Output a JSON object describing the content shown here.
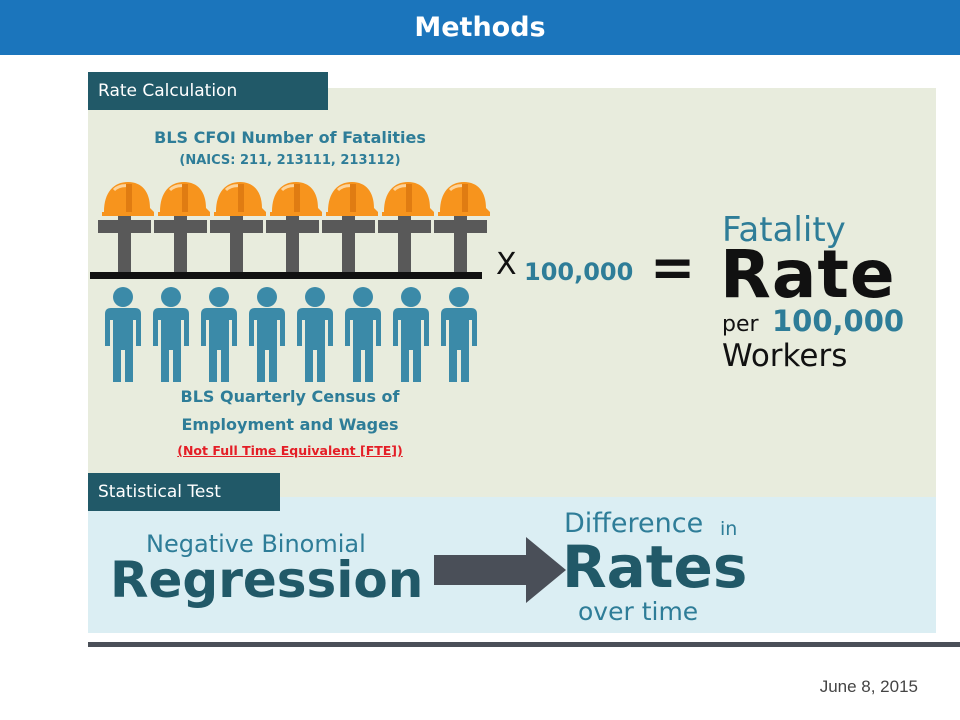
{
  "header": {
    "title": "Methods"
  },
  "rate_section": {
    "tab_label": "Rate Calculation",
    "numerator_title": "BLS CFOI Number of Fatalities",
    "numerator_subtitle": "(NAICS: 211, 213111, 213112)",
    "denominator_title_line1": "BLS Quarterly Census of",
    "denominator_title_line2": "Employment and Wages",
    "denominator_note": "(Not Full Time Equivalent [FTE])",
    "times_symbol": "X",
    "multiplier": "100,000",
    "equals_symbol": "=",
    "result": {
      "word1": "Fatality",
      "word2": "Rate",
      "per": "per",
      "per_value": "100,000",
      "word3": "Workers"
    },
    "cross_icon_count": 7,
    "person_icon_count": 8,
    "colors": {
      "helmet": "#f7941d",
      "cross": "#595959",
      "person": "#3b8aa8"
    }
  },
  "stat_section": {
    "tab_label": "Statistical Test",
    "method_line1": "Negative Binomial",
    "method_line2": "Regression",
    "arrow_icon": "right-arrow-icon",
    "result_line1": "Difference",
    "result_in": "in",
    "result_line2": "Rates",
    "result_line3": "over time"
  },
  "footer": {
    "date": "June 8, 2015"
  },
  "colors": {
    "header_blue": "#1b75bc",
    "tab_teal": "#215968",
    "rate_panel": "#e8ecdd",
    "stat_panel": "#dbeef3",
    "text_blue": "#2e7d98",
    "note_red": "#e41e26"
  }
}
